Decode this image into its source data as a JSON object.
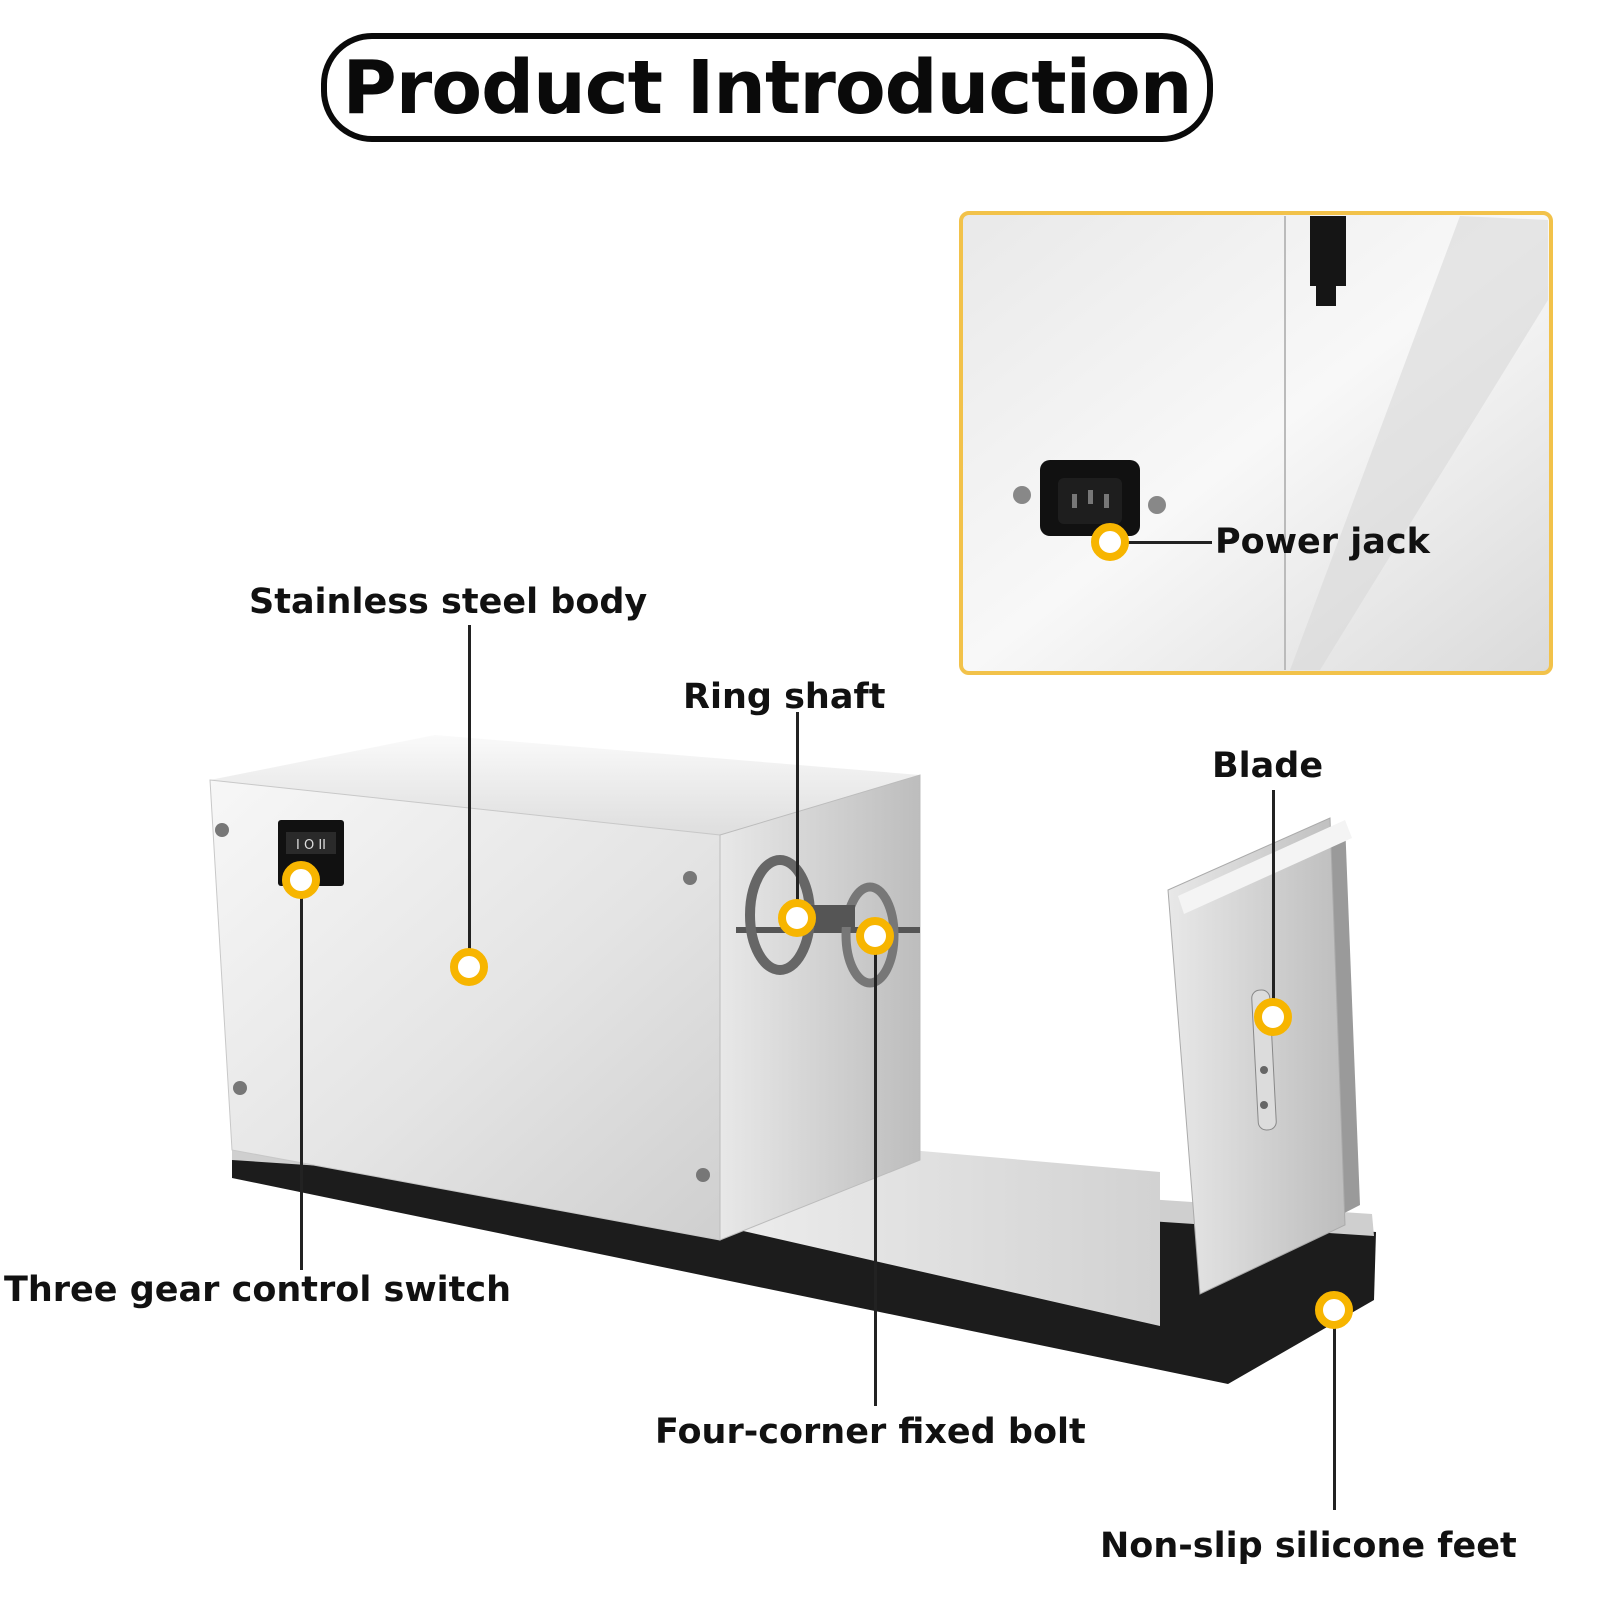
{
  "title": "Product Introduction",
  "labels": {
    "stainless_body": "Stainless steel body",
    "ring_shaft": "Ring shaft",
    "blade": "Blade",
    "power_jack": "Power jack",
    "switch": "Three gear control switch",
    "bolt": "Four-corner fixed bolt",
    "feet": "Non-slip silicone feet"
  },
  "switch_marks": "I O II",
  "colors": {
    "marker": "#f7b500",
    "inset_border": "#f2c24a",
    "steel_light": "#f4f4f4",
    "steel_mid": "#d6d6d6",
    "base_black": "#1c1c1c"
  }
}
